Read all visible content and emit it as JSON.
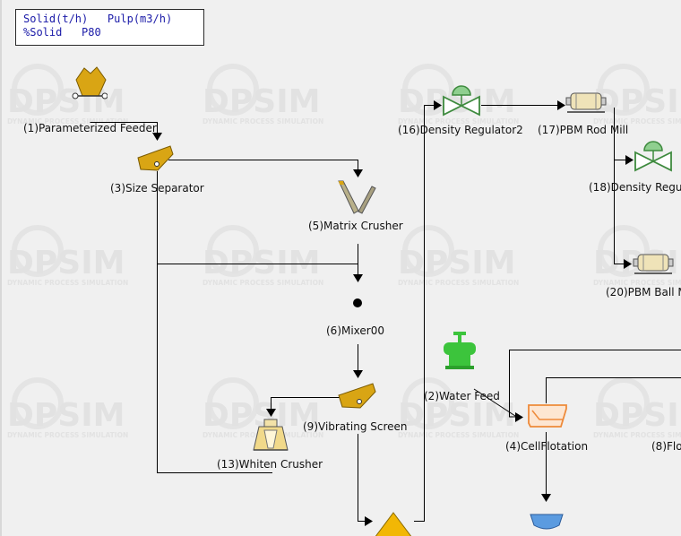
{
  "legend": {
    "line1": "Solid(t/h)   Pulp(m3/h)",
    "line2": "%Solid   P80"
  },
  "watermark": {
    "brand": "DPSIM",
    "tagline": "DYNAMIC PROCESS SIMULATION"
  },
  "units": {
    "u1": "(1)Parameterized Feeder",
    "u3": "(3)Size Separator",
    "u5": "(5)Matrix Crusher",
    "u6": "(6)Mixer00",
    "u9": "(9)Vibrating Screen",
    "u13": "(13)Whiten Crusher",
    "u16": "(16)Density Regulator2",
    "u17": "(17)PBM Rod Mill",
    "u18": "(18)Density Regu",
    "u20": "(20)PBM Ball M",
    "u2": "(2)Water Feed",
    "u4": "(4)CellFlotation",
    "u8": "(8)Flo"
  },
  "colors": {
    "stream": "#000000",
    "equipment_gold": "#d9a514",
    "regulator_green": "#3e8a3e",
    "water_green": "#3cc43c",
    "flotation_orange": "#ee8a3a",
    "legend_text": "#1a1aa8"
  },
  "icons": {
    "u1": "feeder-icon",
    "u3": "size-separator-icon",
    "u5": "matrix-crusher-icon",
    "u6": "mixer-icon",
    "u9": "vibrating-screen-icon",
    "u13": "whiten-crusher-icon",
    "u16": "valve-icon",
    "u17": "rod-mill-icon",
    "u18": "valve-icon",
    "u20": "ball-mill-icon",
    "u2": "water-feed-icon",
    "u4": "flotation-cell-icon"
  }
}
